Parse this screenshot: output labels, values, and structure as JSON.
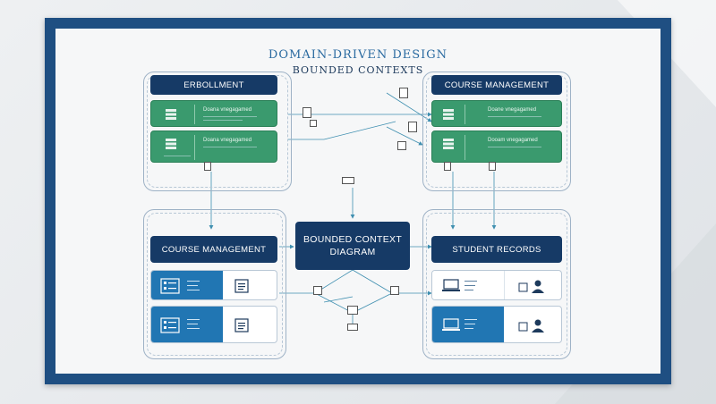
{
  "title": "DOMAIN-DRIVEN DESIGN",
  "subtitle": "BOUNDED CONTEXTS",
  "center": {
    "line1": "BOUNDED CONTEXT",
    "line2": "DIAGRAM"
  },
  "groups": {
    "enrollment": {
      "header": "ERBOLLMENT",
      "cards": [
        {
          "text": "Doana vnegagamed"
        },
        {
          "text": "Doana vnegagamed"
        }
      ]
    },
    "course_management_top": {
      "header": "COURSE MANAGEMENT",
      "cards": [
        {
          "text": "Doane vnegagamed"
        },
        {
          "text": "Dooam vnegagamed"
        }
      ]
    },
    "course_management_bottom": {
      "header": "COURSE MANAGEMENT"
    },
    "student_records": {
      "header": "STUDENT RECORDS"
    }
  },
  "colors": {
    "frame": "#1f4f82",
    "navy": "#163a66",
    "green": "#3a9a6e",
    "blue": "#2176b3",
    "line": "#3f8fb0"
  }
}
